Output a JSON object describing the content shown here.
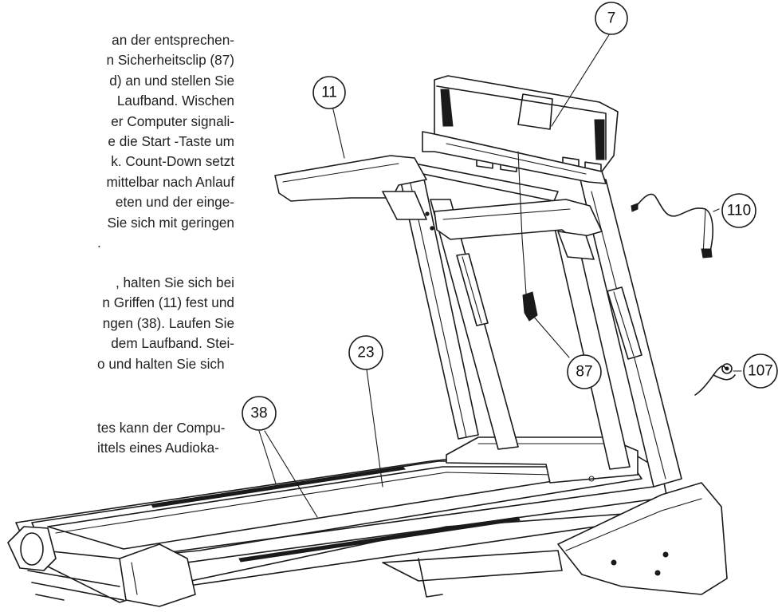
{
  "text": {
    "paragraph_1": [
      "an der entsprechen-",
      "n Sicherheitsclip (87)",
      "d) an und stellen Sie",
      "Laufband. Wischen",
      "er Computer signali-",
      "e die Start -Taste um",
      "k. Count-Down setzt",
      "mittelbar nach Anlauf",
      "eten und der einge-",
      "Sie sich mit geringen",
      "."
    ],
    "paragraph_2": [
      ", halten Sie sich bei",
      "n Griffen (11) fest und",
      "ngen (38). Laufen Sie",
      "dem Laufband. Stei-",
      "o und halten Sie sich"
    ],
    "paragraph_3": [
      "tes kann der Compu-",
      "ittels eines Audioka-"
    ]
  },
  "callouts": {
    "c7": "7",
    "c11": "11",
    "c110": "110",
    "c87": "87",
    "c107": "107",
    "c38": "38",
    "c23": "23"
  }
}
